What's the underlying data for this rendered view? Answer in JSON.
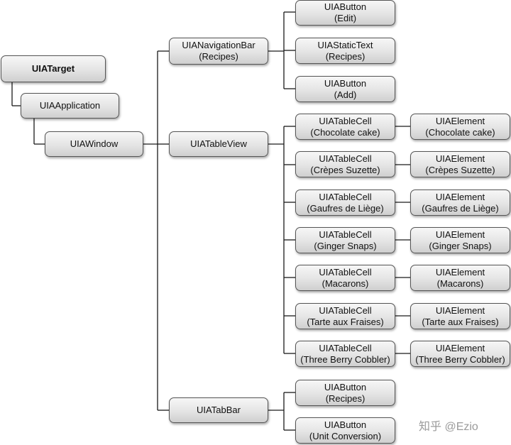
{
  "nodes": {
    "target": {
      "line1": "UIATarget"
    },
    "application": {
      "line1": "UIAApplication"
    },
    "window": {
      "line1": "UIAWindow"
    },
    "navbar": {
      "line1": "UIANavigationBar",
      "line2": "(Recipes)"
    },
    "tableview": {
      "line1": "UIATableView"
    },
    "tabbar": {
      "line1": "UIATabBar"
    },
    "nav_children": [
      {
        "line1": "UIAButton",
        "line2": "(Edit)"
      },
      {
        "line1": "UIAStaticText",
        "line2": "(Recipes)"
      },
      {
        "line1": "UIAButton",
        "line2": "(Add)"
      }
    ],
    "cells": [
      {
        "line1": "UIATableCell",
        "line2": "(Chocolate cake)"
      },
      {
        "line1": "UIATableCell",
        "line2": "(Crèpes Suzette)"
      },
      {
        "line1": "UIATableCell",
        "line2": "(Gaufres de Liège)"
      },
      {
        "line1": "UIATableCell",
        "line2": "(Ginger Snaps)"
      },
      {
        "line1": "UIATableCell",
        "line2": "(Macarons)"
      },
      {
        "line1": "UIATableCell",
        "line2": "(Tarte aux Fraises)"
      },
      {
        "line1": "UIATableCell",
        "line2": "(Three Berry Cobbler)"
      }
    ],
    "elements": [
      {
        "line1": "UIAElement",
        "line2": "(Chocolate cake)"
      },
      {
        "line1": "UIAElement",
        "line2": "(Crèpes Suzette)"
      },
      {
        "line1": "UIAElement",
        "line2": "(Gaufres de Liège)"
      },
      {
        "line1": "UIAElement",
        "line2": "(Ginger Snaps)"
      },
      {
        "line1": "UIAElement",
        "line2": "(Macarons)"
      },
      {
        "line1": "UIAElement",
        "line2": "(Tarte aux Fraises)"
      },
      {
        "line1": "UIAElement",
        "line2": "(Three Berry Cobbler)"
      }
    ],
    "tab_children": [
      {
        "line1": "UIAButton",
        "line2": "(Recipes)"
      },
      {
        "line1": "UIAButton",
        "line2": "(Unit Conversion)"
      }
    ]
  },
  "watermark": "知乎 @Ezio"
}
